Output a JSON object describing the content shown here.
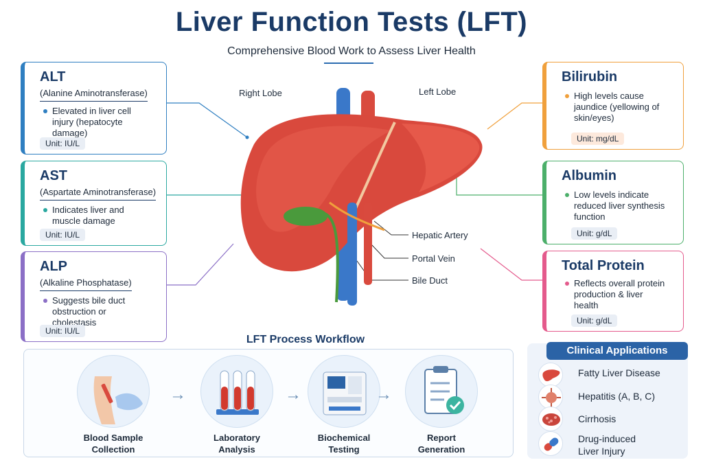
{
  "header": {
    "title": "Liver Function Tests (LFT)",
    "subtitle": "Comprehensive Blood Work to Assess Liver Health"
  },
  "left_tests": [
    {
      "name": "ALT",
      "full": "(Alanine Aminotransferase)",
      "desc": "Elevated in liver cell injury (hepatocyte damage)",
      "unit": "Unit: IU/L",
      "color": "#2f7fc1"
    },
    {
      "name": "AST",
      "full": "(Aspartate Aminotransferase)",
      "desc": "Indicates liver and muscle damage",
      "unit": "Unit: IU/L",
      "color": "#2aa8a0"
    },
    {
      "name": "ALP",
      "full": "(Alkaline Phosphatase)",
      "desc": "Suggests bile duct obstruction or cholestasis",
      "unit": "Unit: IU/L",
      "color": "#8b6fc6"
    }
  ],
  "right_tests": [
    {
      "name": "Bilirubin",
      "desc": "High levels cause jaundice (yellowing of skin/eyes)",
      "unit": "Unit: mg/dL",
      "color": "#f0a03c",
      "unit_bg": "#fde9dc"
    },
    {
      "name": "Albumin",
      "desc": "Low levels indicate reduced liver synthesis function",
      "unit": "Unit: g/dL",
      "color": "#4caf6a",
      "unit_bg": "#e9eef5"
    },
    {
      "name": "Total Protein",
      "desc": "Reflects overall protein production & liver health",
      "unit": "Unit: g/dL",
      "color": "#e45a8c",
      "unit_bg": "#e9eef5"
    }
  ],
  "anatomy": {
    "right_lobe": "Right Lobe",
    "left_lobe": "Left Lobe",
    "hepatic_artery": "Hepatic Artery",
    "portal_vein": "Portal Vein",
    "bile_duct": "Bile Duct"
  },
  "workflow": {
    "title": "LFT Process Workflow",
    "steps": [
      {
        "label_1": "Blood Sample",
        "label_2": "Collection",
        "icon": "blood-draw-icon"
      },
      {
        "label_1": "Laboratory",
        "label_2": "Analysis",
        "icon": "test-tubes-icon"
      },
      {
        "label_1": "Biochemical",
        "label_2": "Testing",
        "icon": "analyzer-machine-icon"
      },
      {
        "label_1": "Report",
        "label_2": "Generation",
        "icon": "report-clipboard-icon"
      }
    ]
  },
  "clinical": {
    "title": "Clinical Applications",
    "items": [
      {
        "label_1": "Fatty Liver Disease",
        "label_2": "",
        "icon": "liver-icon"
      },
      {
        "label_1": "Hepatitis (A, B, C)",
        "label_2": "",
        "icon": "virus-icon"
      },
      {
        "label_1": "Cirrhosis",
        "label_2": "",
        "icon": "cirrhotic-tissue-icon"
      },
      {
        "label_1": "Drug-induced",
        "label_2": "Liver Injury",
        "icon": "capsule-icon"
      }
    ]
  }
}
